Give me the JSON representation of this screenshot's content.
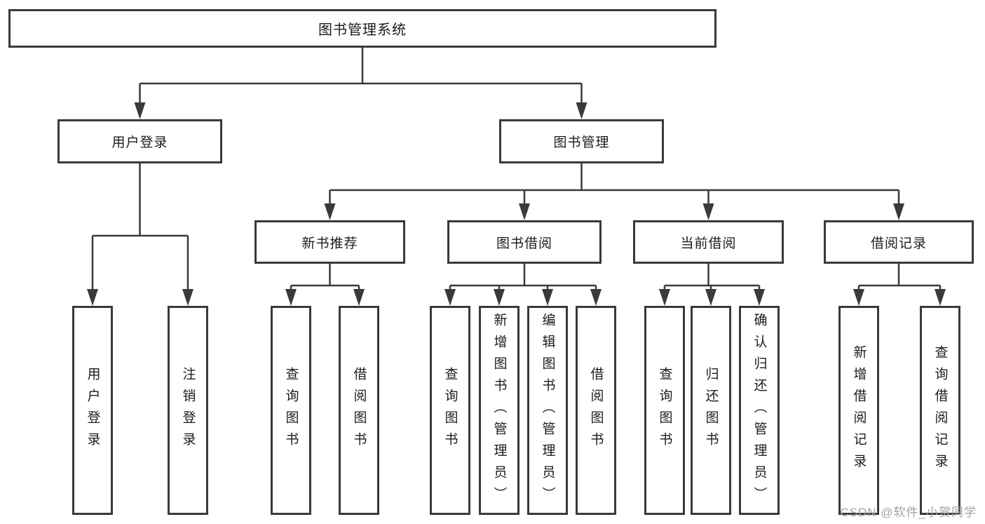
{
  "colors": {
    "line": "#3a3a3a",
    "text": "#1c1c1c",
    "box_bg": "#ffffff",
    "watermark": "#a3a3a3",
    "page_bg": "#ffffff"
  },
  "nodes": {
    "root": "图书管理系统",
    "user_login": "用户登录",
    "book_mgmt": "图书管理",
    "new_book_rec": "新书推荐",
    "book_borrow": "图书借阅",
    "current_borrow": "当前借阅",
    "borrow_records": "借阅记录",
    "leaf_user_login": "用户登录",
    "leaf_logout": "注销登录",
    "nbr_query_book": "查询图书",
    "nbr_borrow_book": "借阅图书",
    "bb_query_book": "查询图书",
    "bb_add_book": "新增图书（管理员）",
    "bb_edit_book": "编辑图书（管理员）",
    "bb_borrow_book": "借阅图书",
    "cb_query_book": "查询图书",
    "cb_return_book": "归还图书",
    "cb_confirm_return": "确认归还（管理员）",
    "br_add_record": "新增借阅记录",
    "br_query_record": "查询借阅记录"
  },
  "watermark": "CSDN @软件_小贺同学"
}
